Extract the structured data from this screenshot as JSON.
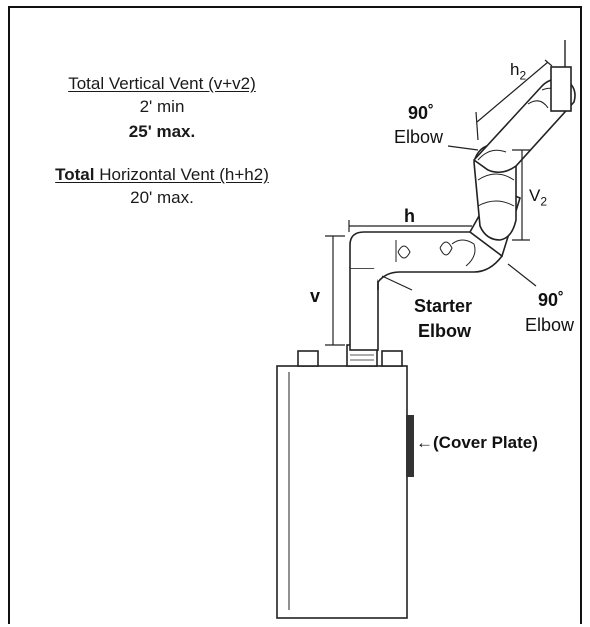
{
  "specs": {
    "vertical_title": "Total Vertical Vent (v+v2)",
    "vertical_min": "2' min",
    "vertical_max": "25' max.",
    "horizontal_title_a": "Total",
    "horizontal_title_b": " Horizontal Vent (h+h2)",
    "horizontal_max": "20' max."
  },
  "labels": {
    "h2": "h",
    "h2_sub": "2",
    "elbow_top_deg": "90˚",
    "elbow_top_word": "Elbow",
    "v2": "V",
    "v2_sub": "2",
    "h": "h",
    "v": "v",
    "starter_1": "Starter",
    "starter_2": "Elbow",
    "elbow_right_deg": "90˚",
    "elbow_right_word": "Elbow",
    "cover_plate": "←(Cover Plate)"
  }
}
